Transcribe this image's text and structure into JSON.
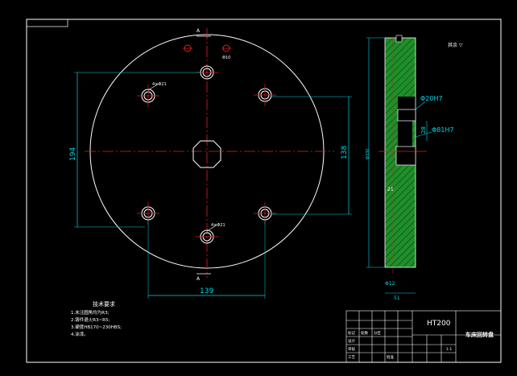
{
  "title_block": {
    "material": "HT200",
    "part_name": "车床回转盘",
    "small_cells": [
      "1:1",
      "标记",
      "处数",
      "分区",
      "设计",
      "审核",
      "工艺",
      "批准"
    ]
  },
  "section_marks": {
    "a_top": "A",
    "a_bottom": "A",
    "roughness": "其余 ▽"
  },
  "dimensions": {
    "width_194": "194",
    "height_138": "138",
    "span_139": "139",
    "hole_label_1": "4×Φ21",
    "hole_label_2": "4×Φ21",
    "small_hole": "Φ10",
    "bore_20": "Φ20H7",
    "bore_81": "Φ81H7",
    "depth_28": "28",
    "depth_21": "21",
    "thickness_51": "51",
    "height_330": "Φ330",
    "bottom_small": "Φ12"
  },
  "tech_requirements": {
    "heading": "技术要求",
    "items": [
      "1.未注圆角均为R3;",
      "2.铸件退火R3~R5;",
      "3.硬度HB170~230HBS;",
      "4.涂漆。"
    ]
  }
}
